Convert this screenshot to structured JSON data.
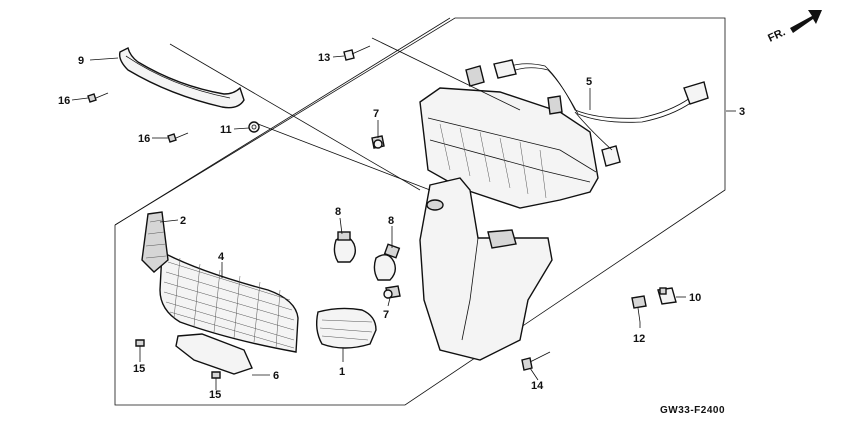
{
  "diagram": {
    "drawing_code": "GW33-F2400",
    "direction_label": "FR.",
    "callouts": [
      {
        "id": "c1",
        "label": "1"
      },
      {
        "id": "c2",
        "label": "2"
      },
      {
        "id": "c3",
        "label": "3"
      },
      {
        "id": "c4",
        "label": "4"
      },
      {
        "id": "c5",
        "label": "5"
      },
      {
        "id": "c6",
        "label": "6"
      },
      {
        "id": "c7a",
        "label": "7"
      },
      {
        "id": "c7b",
        "label": "7"
      },
      {
        "id": "c8a",
        "label": "8"
      },
      {
        "id": "c8b",
        "label": "8"
      },
      {
        "id": "c9",
        "label": "9"
      },
      {
        "id": "c10",
        "label": "10"
      },
      {
        "id": "c11",
        "label": "11"
      },
      {
        "id": "c12",
        "label": "12"
      },
      {
        "id": "c13",
        "label": "13"
      },
      {
        "id": "c14",
        "label": "14"
      },
      {
        "id": "c15a",
        "label": "15"
      },
      {
        "id": "c15b",
        "label": "15"
      },
      {
        "id": "c16a",
        "label": "16"
      },
      {
        "id": "c16b",
        "label": "16"
      }
    ]
  }
}
